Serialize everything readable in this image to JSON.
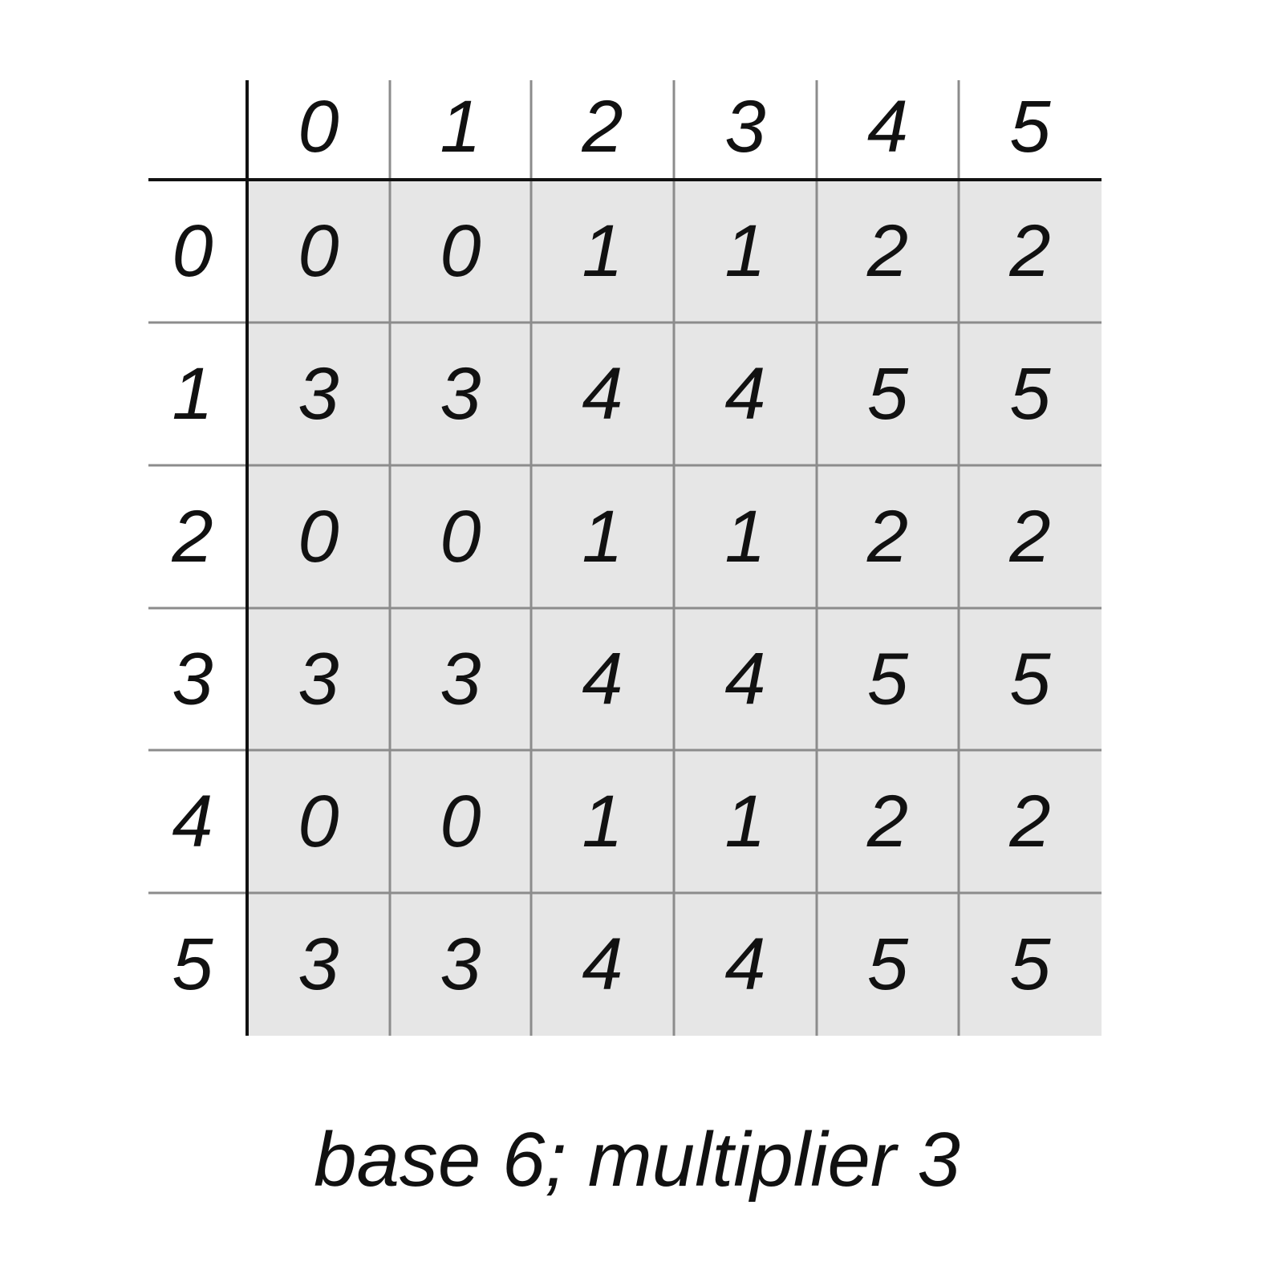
{
  "table": {
    "column_headers": [
      "0",
      "1",
      "2",
      "3",
      "4",
      "5"
    ],
    "row_headers": [
      "0",
      "1",
      "2",
      "3",
      "4",
      "5"
    ],
    "rows": [
      [
        "0",
        "0",
        "1",
        "1",
        "2",
        "2"
      ],
      [
        "3",
        "3",
        "4",
        "4",
        "5",
        "5"
      ],
      [
        "0",
        "0",
        "1",
        "1",
        "2",
        "2"
      ],
      [
        "3",
        "3",
        "4",
        "4",
        "5",
        "5"
      ],
      [
        "0",
        "0",
        "1",
        "1",
        "2",
        "2"
      ],
      [
        "3",
        "3",
        "4",
        "4",
        "5",
        "5"
      ]
    ]
  },
  "caption": "base 6; multiplier 3",
  "colors": {
    "cell_fill": "#e6e6e6",
    "grid_line": "#8c8c8c",
    "axis_line": "#111111",
    "text": "#111111"
  }
}
